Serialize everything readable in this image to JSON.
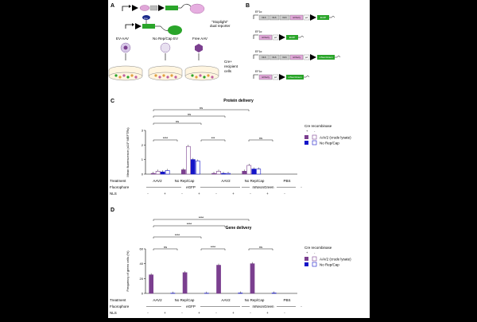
{
  "panel_labels": {
    "a": "A",
    "b": "B",
    "c": "C",
    "d": "D"
  },
  "panel_a": {
    "construct": {
      "lox": "lox",
      "mcherry": "mCherry",
      "stop": "Stop",
      "pa": "pA",
      "egfp": "EGFP"
    },
    "cre_label": "Cre",
    "reporter_note_l1": "\"Stoplight\"",
    "reporter_note_l2": "dual reporter",
    "vesicle_types": [
      "EV-AAV",
      "No Rep/Cap EV",
      "Free AAV"
    ],
    "recipient_l1": "Cre+",
    "recipient_l2": "recipient",
    "recipient_l3": "cells"
  },
  "panel_b": {
    "promoter": "EF1α",
    "constructs": [
      {
        "parts": [
          "NLS",
          "NLS",
          "NLS",
          "mCherry",
          "pA"
        ],
        "reporter": "EGFP"
      },
      {
        "parts": [
          "mCherry",
          "pA"
        ],
        "reporter": "EGFP"
      },
      {
        "parts": [
          "NLS",
          "NLS",
          "NLS",
          "mCherry",
          "pA"
        ],
        "reporter": "mNeonGreen"
      },
      {
        "parts": [
          "mCherry",
          "pA"
        ],
        "reporter": "mNeonGreen"
      }
    ]
  },
  "table_rows": {
    "treatment": "Treatment",
    "fluorophore": "Fluorophore",
    "nls": "NLS",
    "groups": [
      "AAV2",
      "No Rep/Cap",
      "AAV2",
      "No Rep/Cap",
      "PBS"
    ],
    "fluor_values": [
      "eGFP",
      "mNeonGreen",
      "-"
    ],
    "nls_signs": [
      "-",
      "+",
      "-",
      "+",
      "-",
      "+",
      "-",
      "+",
      "-"
    ]
  },
  "legend": {
    "title": "Cre recombinase",
    "plus": "+",
    "minus": "-",
    "items": [
      "AAV2 (crude lysate)",
      "No Rep/Cap"
    ]
  },
  "colors": {
    "aav2": "#7b3f8f",
    "norepcap": "#1414c8",
    "bracket": "#222222"
  },
  "chart_data": [
    {
      "type": "bar",
      "title": "Protein delivery",
      "ylabel": "Mean fluorescence (x10³ MEFTRs)",
      "ylim": [
        0,
        3
      ],
      "yticks": [
        "0",
        "1",
        "2",
        "3"
      ],
      "series": [
        {
          "name": "AAV2 (crude lysate) Cre+",
          "values": [
            0.05,
            0.3,
            0.05,
            0.2,
            0.0
          ]
        },
        {
          "name": "AAV2 (crude lysate) Cre-",
          "values": [
            0.2,
            1.9,
            0.2,
            0.6,
            0.0
          ]
        },
        {
          "name": "No Rep/Cap Cre+",
          "values": [
            0.15,
            1.0,
            0.05,
            0.35,
            0.0
          ]
        },
        {
          "name": "No Rep/Cap Cre-",
          "values": [
            0.25,
            0.9,
            0.05,
            0.35,
            0.0
          ]
        }
      ],
      "significance": [
        "ns",
        "ns",
        "ns",
        "****",
        "***",
        "ns"
      ]
    },
    {
      "type": "bar",
      "title": "Gene delivery",
      "ylabel": "Frequency of green cells (%)",
      "ylim": [
        0,
        60
      ],
      "yticks": [
        "0",
        "20",
        "40",
        "60"
      ],
      "series": [
        {
          "name": "AAV2 (crude lysate) Cre+",
          "values": [
            25,
            0,
            28,
            0,
            38,
            0,
            40,
            0,
            0
          ]
        },
        {
          "name": "No Rep/Cap Cre+",
          "values": [
            0,
            0.3,
            0,
            0.3,
            0,
            0.5,
            0,
            0.5,
            0
          ]
        }
      ],
      "significance": [
        "****",
        "****",
        "****",
        "ns",
        "****",
        "ns"
      ]
    }
  ]
}
